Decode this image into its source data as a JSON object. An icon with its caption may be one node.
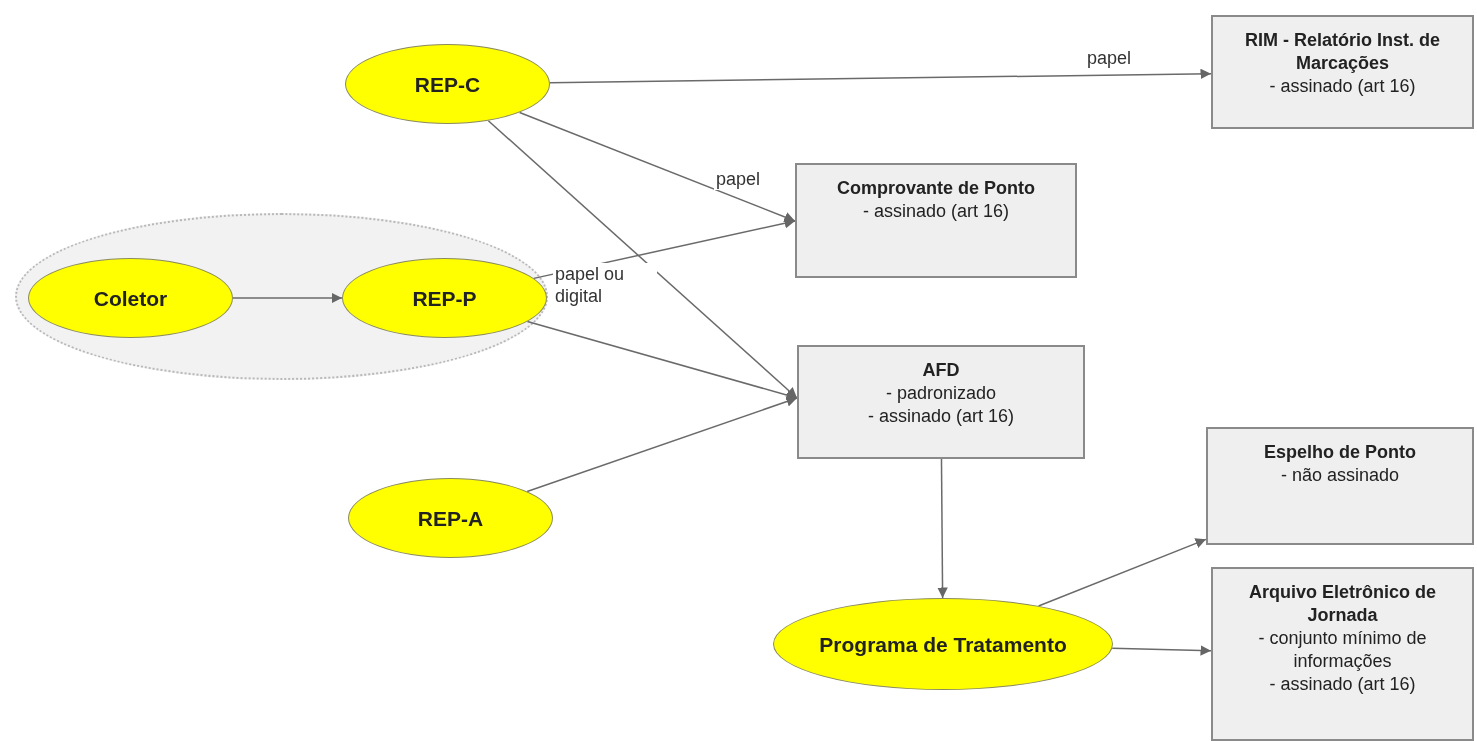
{
  "diagram": {
    "nodes": [
      {
        "text": [
          "REP-C"
        ]
      },
      {
        "text": [
          "RIM - Relatório Inst. de Marcações",
          "- assinado (art 16)"
        ]
      },
      {
        "text": [
          "Comprovante de Ponto",
          "- assinado (art 16)"
        ]
      },
      {
        "text": [],
        "shape": "ellipse"
      },
      {
        "text": [
          "Coletor"
        ],
        "in": 3
      },
      {
        "text": [
          "REP-P"
        ],
        "in": 3
      },
      {
        "text": [
          "AFD",
          "- padronizado",
          "- assinado (art 16)"
        ]
      },
      {
        "text": [
          "REP-A"
        ]
      },
      {
        "text": [
          "Espelho de Ponto",
          "- não assinado"
        ]
      },
      {
        "text": [
          "Programa de Tratamento"
        ]
      },
      {
        "text": [
          "Arquivo Eletrônico de Jornada",
          "- conjunto mínimo de informações",
          "- assinado (art 16)"
        ]
      }
    ],
    "edges": [
      {
        "from": 0,
        "to": 1,
        "arrow": "to",
        "label": "papel"
      },
      {
        "from": 0,
        "to": 2,
        "arrow": "to",
        "label": "papel"
      },
      {
        "from": 0,
        "to": 6,
        "arrow": "to"
      },
      {
        "from": 4,
        "to": 5,
        "arrow": "to"
      },
      {
        "from": 5,
        "to": 2,
        "arrow": "to",
        "label": "papel ou digital"
      },
      {
        "from": 5,
        "to": 6,
        "arrow": "to"
      },
      {
        "from": 7,
        "to": 6,
        "arrow": "to"
      },
      {
        "from": 6,
        "to": 9,
        "arrow": "to"
      },
      {
        "from": 9,
        "to": 8,
        "arrow": "to"
      },
      {
        "from": 9,
        "to": 10,
        "arrow": "to"
      }
    ]
  }
}
